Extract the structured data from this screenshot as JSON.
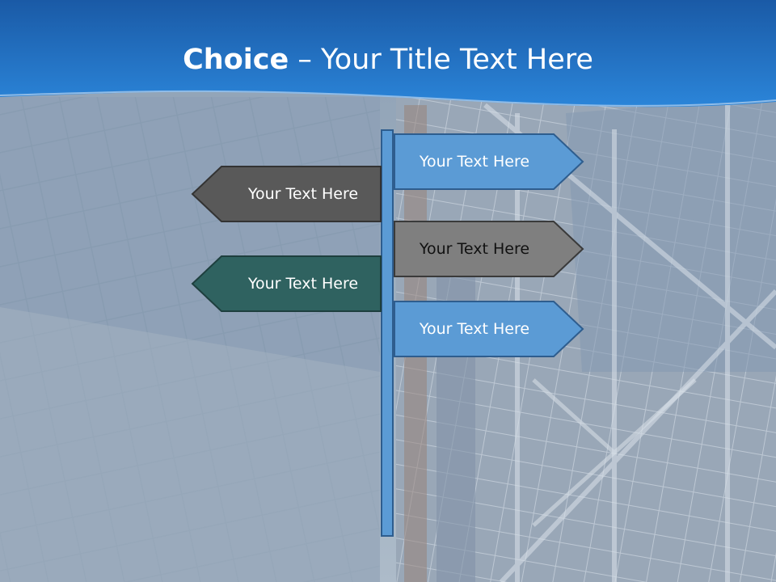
{
  "slide": {
    "title_bold": "Choice",
    "title_rest": " – Your Title Text Here"
  },
  "signs": [
    {
      "text": "Your Text Here",
      "side": "right",
      "fill": "#5b9bd5"
    },
    {
      "text": "Your Text Here",
      "side": "left",
      "fill": "#595959"
    },
    {
      "text": "Your Text Here",
      "side": "right",
      "fill": "#7f7f7f"
    },
    {
      "text": "Your Text Here",
      "side": "left",
      "fill": "#2f6260"
    },
    {
      "text": "Your Text Here",
      "side": "right",
      "fill": "#5b9bd5"
    }
  ],
  "colors": {
    "header_blue": "#1f6fc0",
    "background_gray": "#9aabbc",
    "pole_blue": "#5b9bd5"
  }
}
